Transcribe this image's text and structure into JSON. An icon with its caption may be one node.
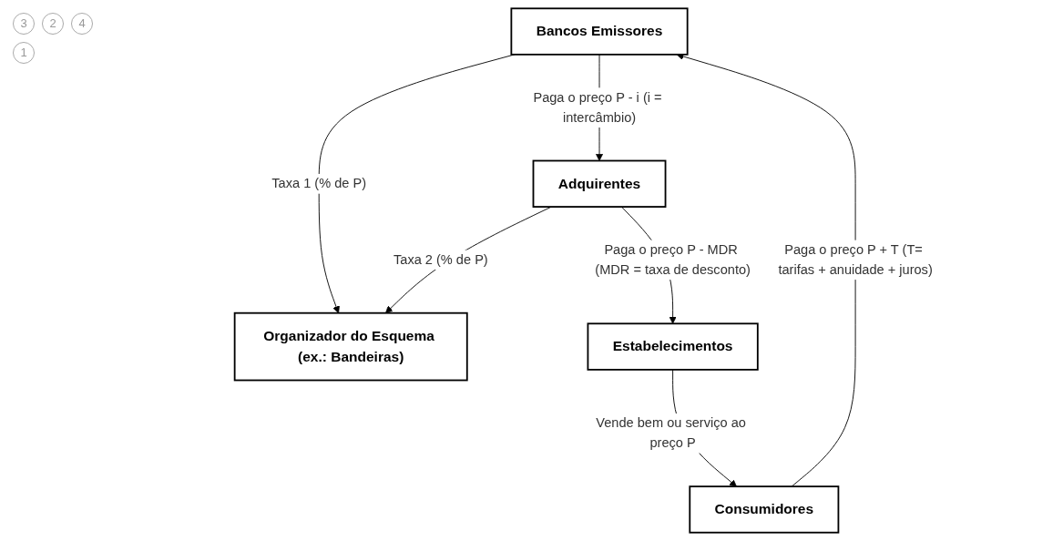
{
  "diagram": {
    "nodes": [
      {
        "text": [
          "Organizador do Esquema (ex.: Bandeiras)"
        ]
      },
      {
        "text": [
          "Bancos Emissores"
        ]
      },
      {
        "text": [
          "Adquirentes"
        ]
      },
      {
        "text": [
          "Consumidores"
        ]
      },
      {
        "text": [
          "Estabelecimentos"
        ]
      }
    ],
    "edges": [
      {
        "from": 1,
        "to": 0,
        "arrow": "to",
        "label": "Taxa 1 (% de P)"
      },
      {
        "from": 2,
        "to": 0,
        "arrow": "to",
        "label": "Taxa 2 (% de P)"
      },
      {
        "from": 1,
        "to": 2,
        "arrow": "to",
        "label": "Paga o preço P - i (i = intercâmbio)"
      },
      {
        "from": 3,
        "to": 1,
        "arrow": "to",
        "label": "Paga o preço P + T (T= tarifas + anuidade + juros)"
      },
      {
        "from": 2,
        "to": 4,
        "arrow": "to",
        "label": "Paga o preço P - MDR (MDR = taxa de desconto)"
      },
      {
        "from": 4,
        "to": 3,
        "arrow": "to",
        "label": "Vende bem ou serviço ao preço P"
      }
    ],
    "labels": [
      "3",
      "2",
      "4",
      "1"
    ]
  }
}
